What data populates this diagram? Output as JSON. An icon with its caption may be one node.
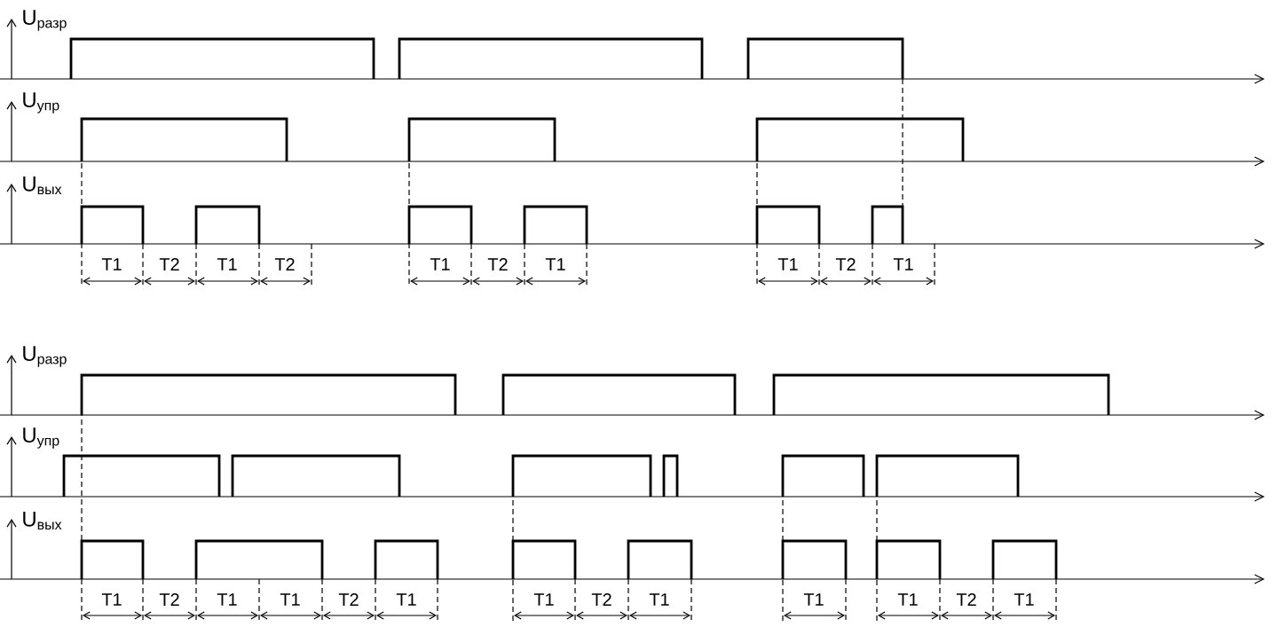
{
  "diagram": {
    "labels": [
      "U$_{разр}$",
      "U$_{упр}$",
      "U$_{вых}$",
      "T1",
      "T2",
      "T1",
      "T2",
      "T1",
      "T2",
      "T1",
      "T1",
      "T2",
      "T1",
      "U$_{разр}$",
      "U$_{упр}$",
      "U$_{вых}$",
      "T1",
      "T2",
      "T1",
      "T1",
      "T2",
      "T1",
      "T1",
      "T2",
      "T1",
      "T1",
      "T1",
      "T2",
      "T1"
    ]
  }
}
